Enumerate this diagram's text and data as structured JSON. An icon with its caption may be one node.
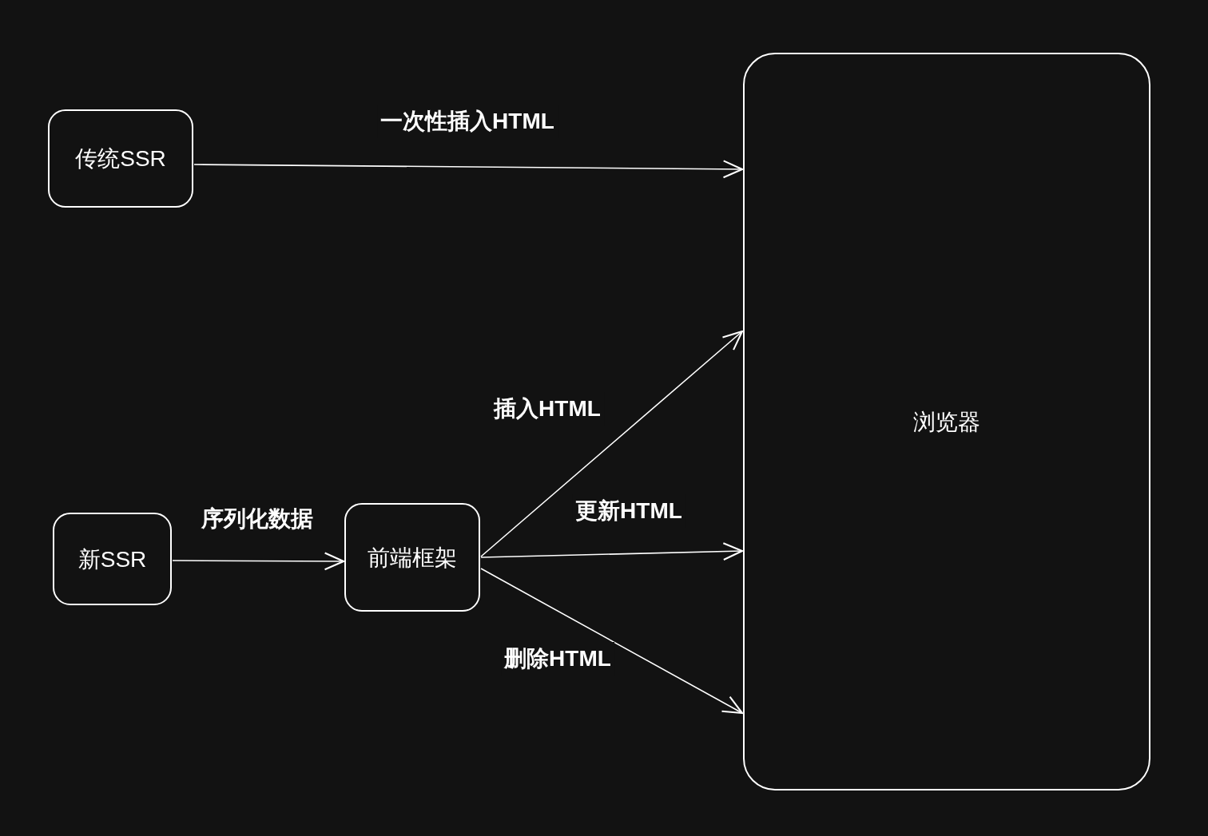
{
  "diagram": {
    "nodes": [
      {
        "text": [
          "传统SSR"
        ]
      },
      {
        "text": [
          "新SSR"
        ]
      },
      {
        "text": [
          "前端框架"
        ]
      },
      {
        "text": [
          "浏览器"
        ]
      }
    ],
    "edges": [
      {
        "from": 0,
        "to": 3,
        "arrow": "to",
        "label": "一次性插入HTML"
      },
      {
        "from": 1,
        "to": 2,
        "arrow": "to",
        "label": "序列化数据"
      },
      {
        "from": 2,
        "to": 3,
        "arrow": "to",
        "label": "插入HTML"
      },
      {
        "from": 2,
        "to": 3,
        "arrow": "to",
        "label": "更新HTML"
      },
      {
        "from": 2,
        "to": 3,
        "arrow": "to",
        "label": "删除HTML"
      }
    ]
  }
}
